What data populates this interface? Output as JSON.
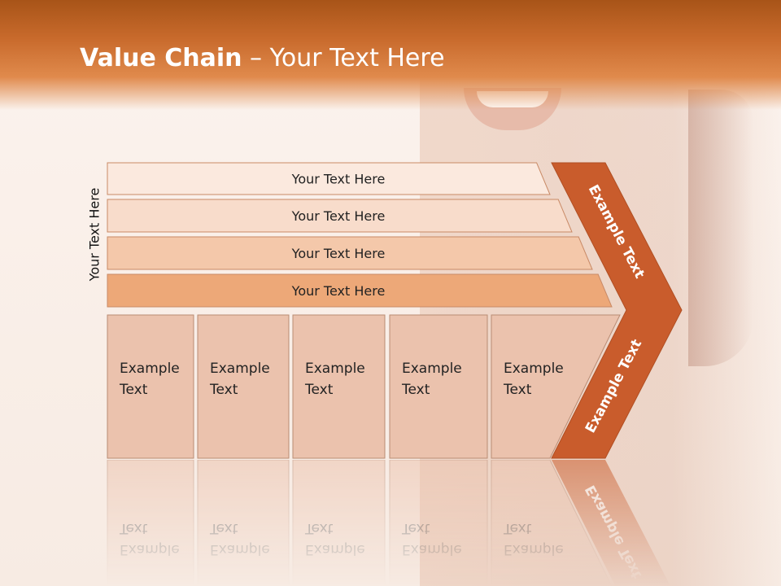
{
  "title": {
    "bold": "Value Chain",
    "rest": " – Your Text Here"
  },
  "side_label": "Your Text Here",
  "rows": [
    {
      "label": "Your Text Here",
      "fill": "#fbe9de"
    },
    {
      "label": "Your Text Here",
      "fill": "#f8dccb"
    },
    {
      "label": "Your Text Here",
      "fill": "#f4c8aa"
    },
    {
      "label": "Your Text Here",
      "fill": "#eda878"
    }
  ],
  "columns": [
    {
      "line1": "Example",
      "line2": "Text"
    },
    {
      "line1": "Example",
      "line2": "Text"
    },
    {
      "line1": "Example",
      "line2": "Text"
    },
    {
      "line1": "Example",
      "line2": "Text"
    },
    {
      "line1": "Example",
      "line2": "Text"
    }
  ],
  "chevron": {
    "upper_label": "Example Text",
    "lower_label": "Example Text",
    "fill": "#c95c2c"
  },
  "colors": {
    "column_fill": "#ebc2ad",
    "column_stroke": "#b98c74",
    "header_orange": "#c86a2c"
  }
}
